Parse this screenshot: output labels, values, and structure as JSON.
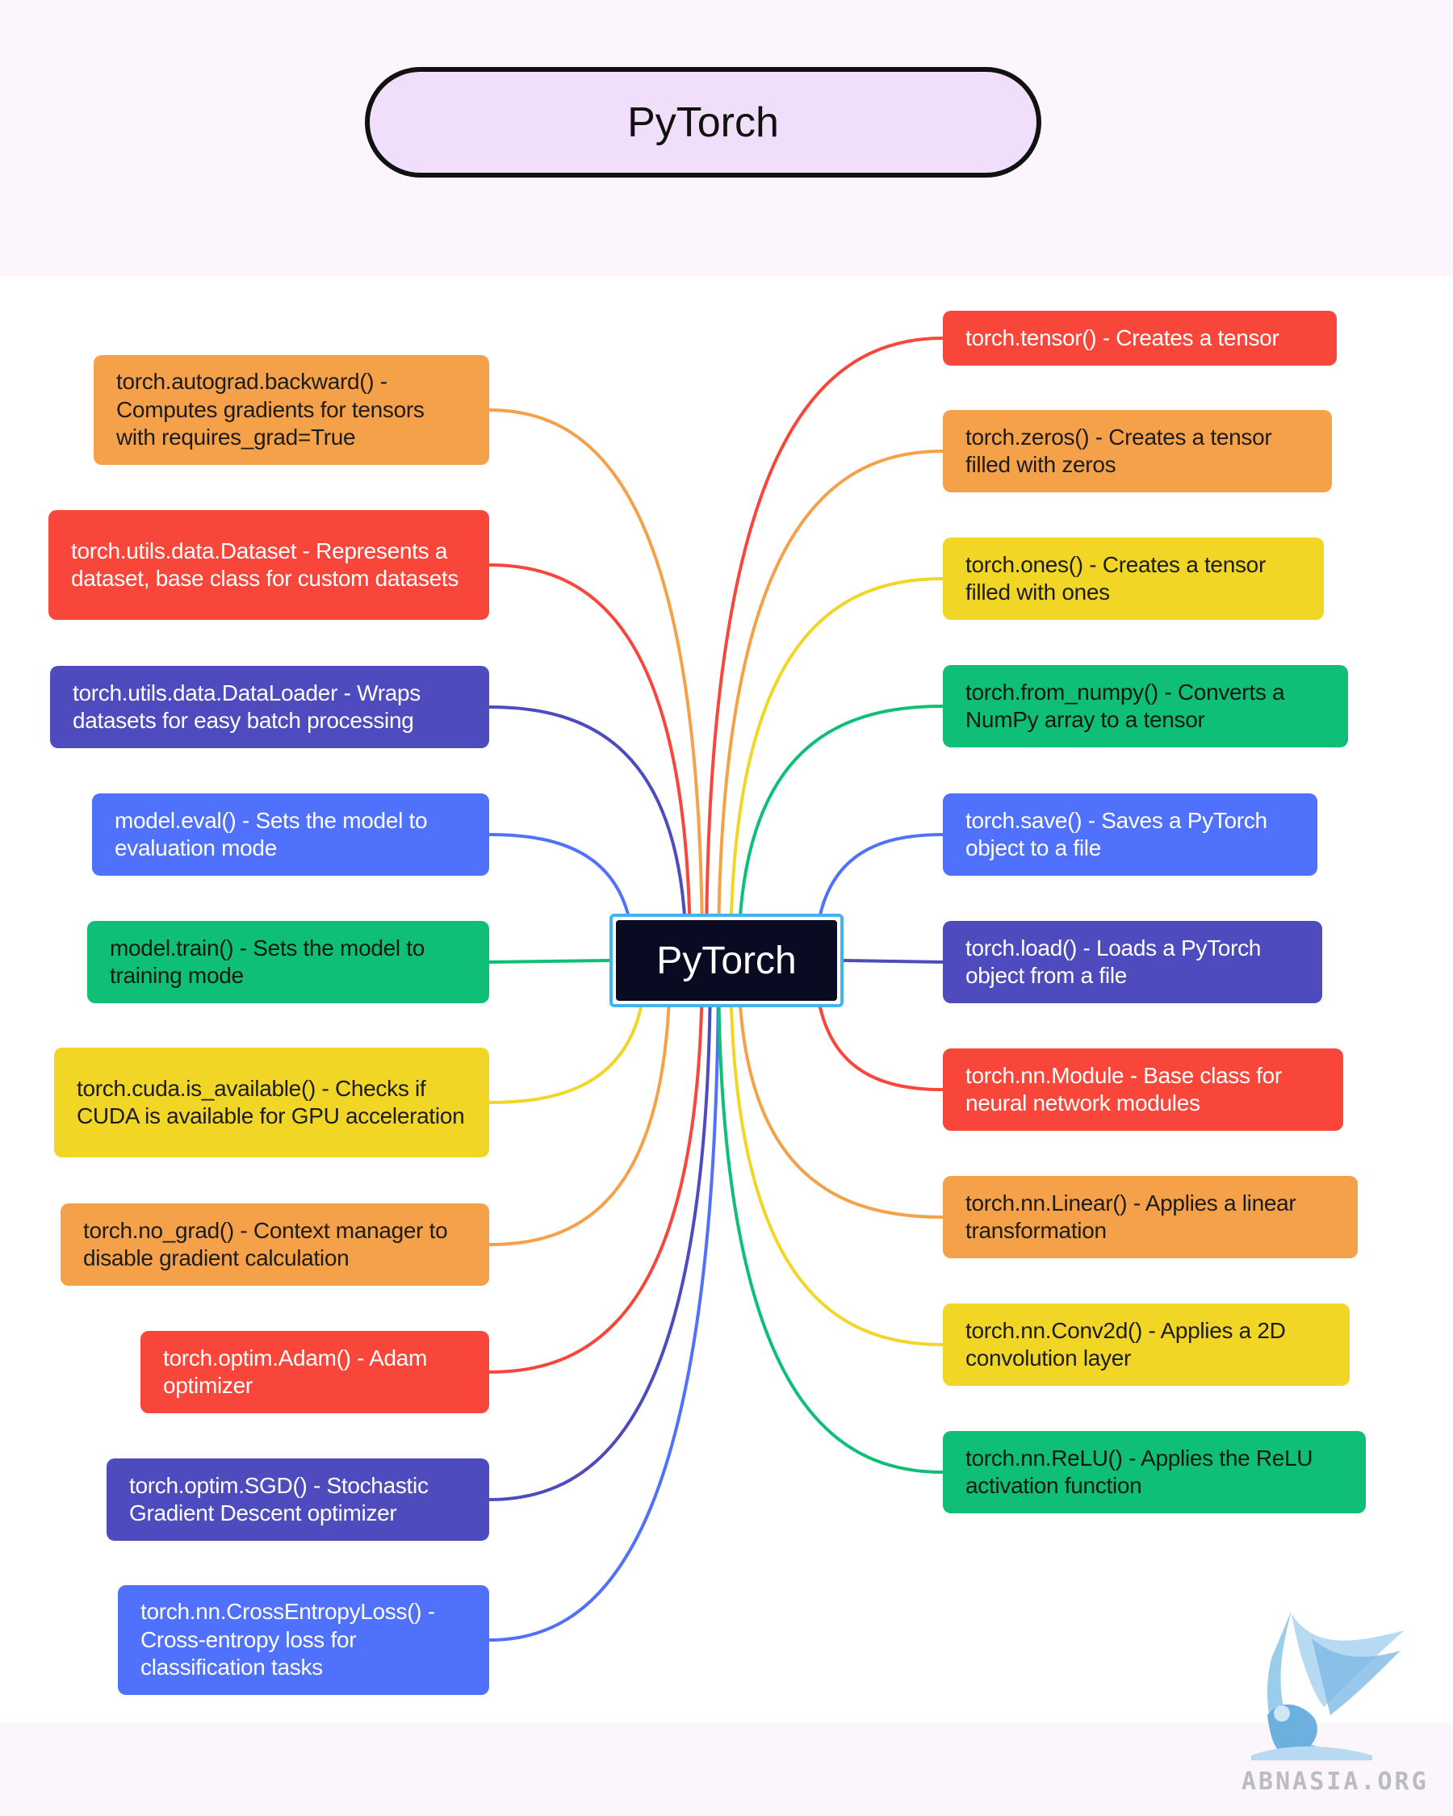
{
  "title": "PyTorch",
  "center": {
    "label": "PyTorch"
  },
  "colors": {
    "orange": "#f5a14a",
    "red": "#f8463a",
    "indigo": "#4e4bbf",
    "blue": "#4f71fb",
    "green": "#0ebf75",
    "yellow": "#f2d626",
    "center_fill": "#0a0a23",
    "center_border": "#43b4ef"
  },
  "left_nodes": [
    {
      "text": "torch.autograd.backward() - Computes gradients for tensors with requires_grad=True",
      "color": "orange"
    },
    {
      "text": "torch.utils.data.Dataset - Represents a dataset, base class for custom datasets",
      "color": "red"
    },
    {
      "text": "torch.utils.data.DataLoader - Wraps datasets for easy batch processing",
      "color": "indigo"
    },
    {
      "text": "model.eval() - Sets the model to evaluation mode",
      "color": "blue"
    },
    {
      "text": "model.train() - Sets the model to training mode",
      "color": "green"
    },
    {
      "text": "torch.cuda.is_available() - Checks if CUDA is available for GPU acceleration",
      "color": "yellow"
    },
    {
      "text": "torch.no_grad() - Context manager to disable gradient calculation",
      "color": "orange"
    },
    {
      "text": "torch.optim.Adam() - Adam optimizer",
      "color": "red"
    },
    {
      "text": "torch.optim.SGD() - Stochastic Gradient Descent optimizer",
      "color": "indigo"
    },
    {
      "text": "torch.nn.CrossEntropyLoss() - Cross-entropy loss for classification tasks",
      "color": "blue"
    }
  ],
  "right_nodes": [
    {
      "text": "torch.tensor() - Creates a tensor",
      "color": "red"
    },
    {
      "text": "torch.zeros() - Creates a tensor filled with zeros",
      "color": "orange"
    },
    {
      "text": "torch.ones() - Creates a tensor filled with ones",
      "color": "yellow"
    },
    {
      "text": "torch.from_numpy() - Converts a NumPy array to a tensor",
      "color": "green"
    },
    {
      "text": "torch.save() - Saves a PyTorch object to a file",
      "color": "blue"
    },
    {
      "text": "torch.load() - Loads a PyTorch object from a file",
      "color": "indigo"
    },
    {
      "text": "torch.nn.Module - Base class for neural network modules",
      "color": "red"
    },
    {
      "text": "torch.nn.Linear() - Applies a linear transformation",
      "color": "orange"
    },
    {
      "text": "torch.nn.Conv2d() - Applies a 2D convolution layer",
      "color": "yellow"
    },
    {
      "text": "torch.nn.ReLU() - Applies the ReLU activation function",
      "color": "green"
    }
  ],
  "watermark": {
    "text": "ABNASIA.ORG"
  }
}
